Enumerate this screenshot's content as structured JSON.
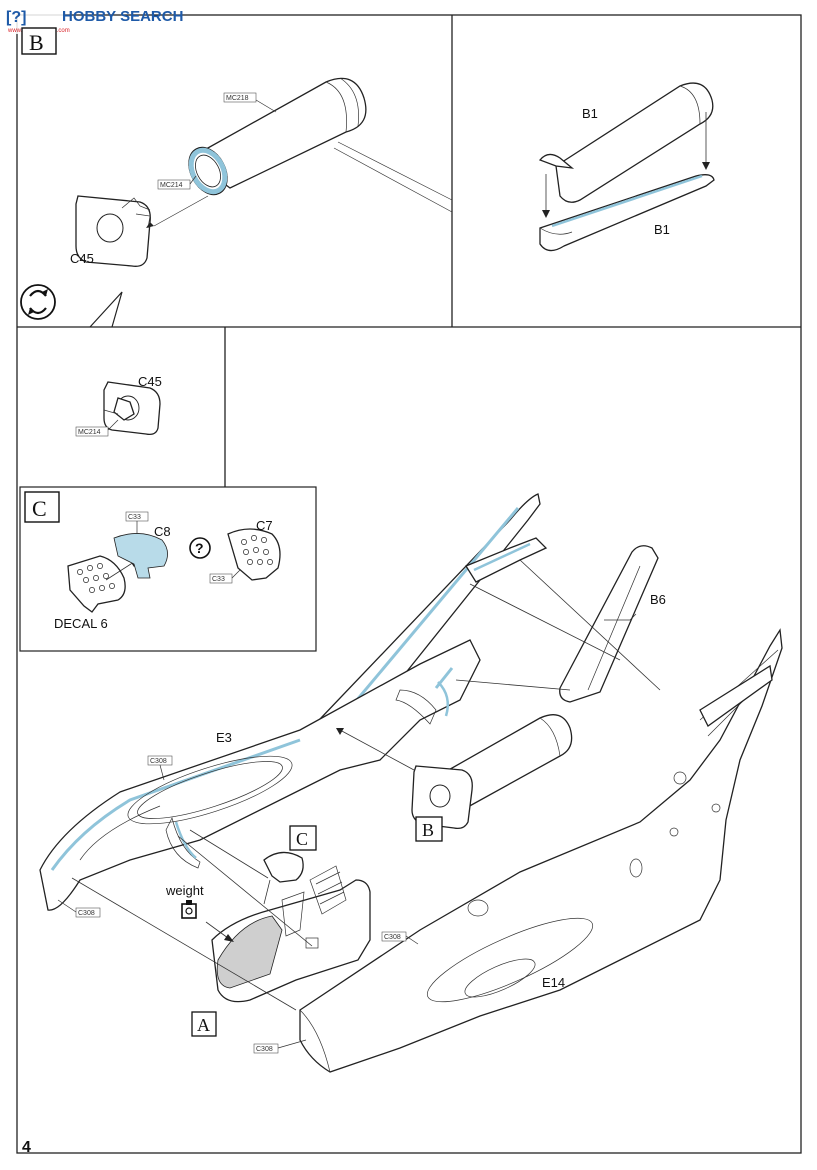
{
  "watermark": {
    "cn_chars": "[?]",
    "latin": "HOBBY SEARCH",
    "sub": "www.hobbysearch.com"
  },
  "page_number": "4",
  "steps": {
    "B_header": "B",
    "C_header": "C",
    "B_ref": "B",
    "C_ref": "C",
    "A_ref": "A"
  },
  "labels": {
    "c45_top": "C45",
    "c45_mid": "C45",
    "b1_top": "B1",
    "b1_bottom": "B1",
    "c8": "C8",
    "c7": "C7",
    "decal6": "DECAL 6",
    "question": "?",
    "b6": "B6",
    "e3": "E3",
    "e14": "E14",
    "weight": "weight"
  },
  "paint_tags": {
    "mc218": "MC218",
    "mc214_top": "MC214",
    "mc214_mid": "MC214",
    "c33_a": "C33",
    "c33_b": "C33",
    "c308_a": "C308",
    "c308_b": "C308",
    "c308_c": "C308",
    "c308_d": "C308"
  },
  "icons": [
    "rotate-icon",
    "weight-icon",
    "question-icon"
  ],
  "colors": {
    "paint_blue": "#b8dbe9",
    "paint_gray": "#cfcfcf",
    "line": "#222222",
    "wm_blue": "#1e5aa8",
    "wm_red": "#d8232a"
  }
}
